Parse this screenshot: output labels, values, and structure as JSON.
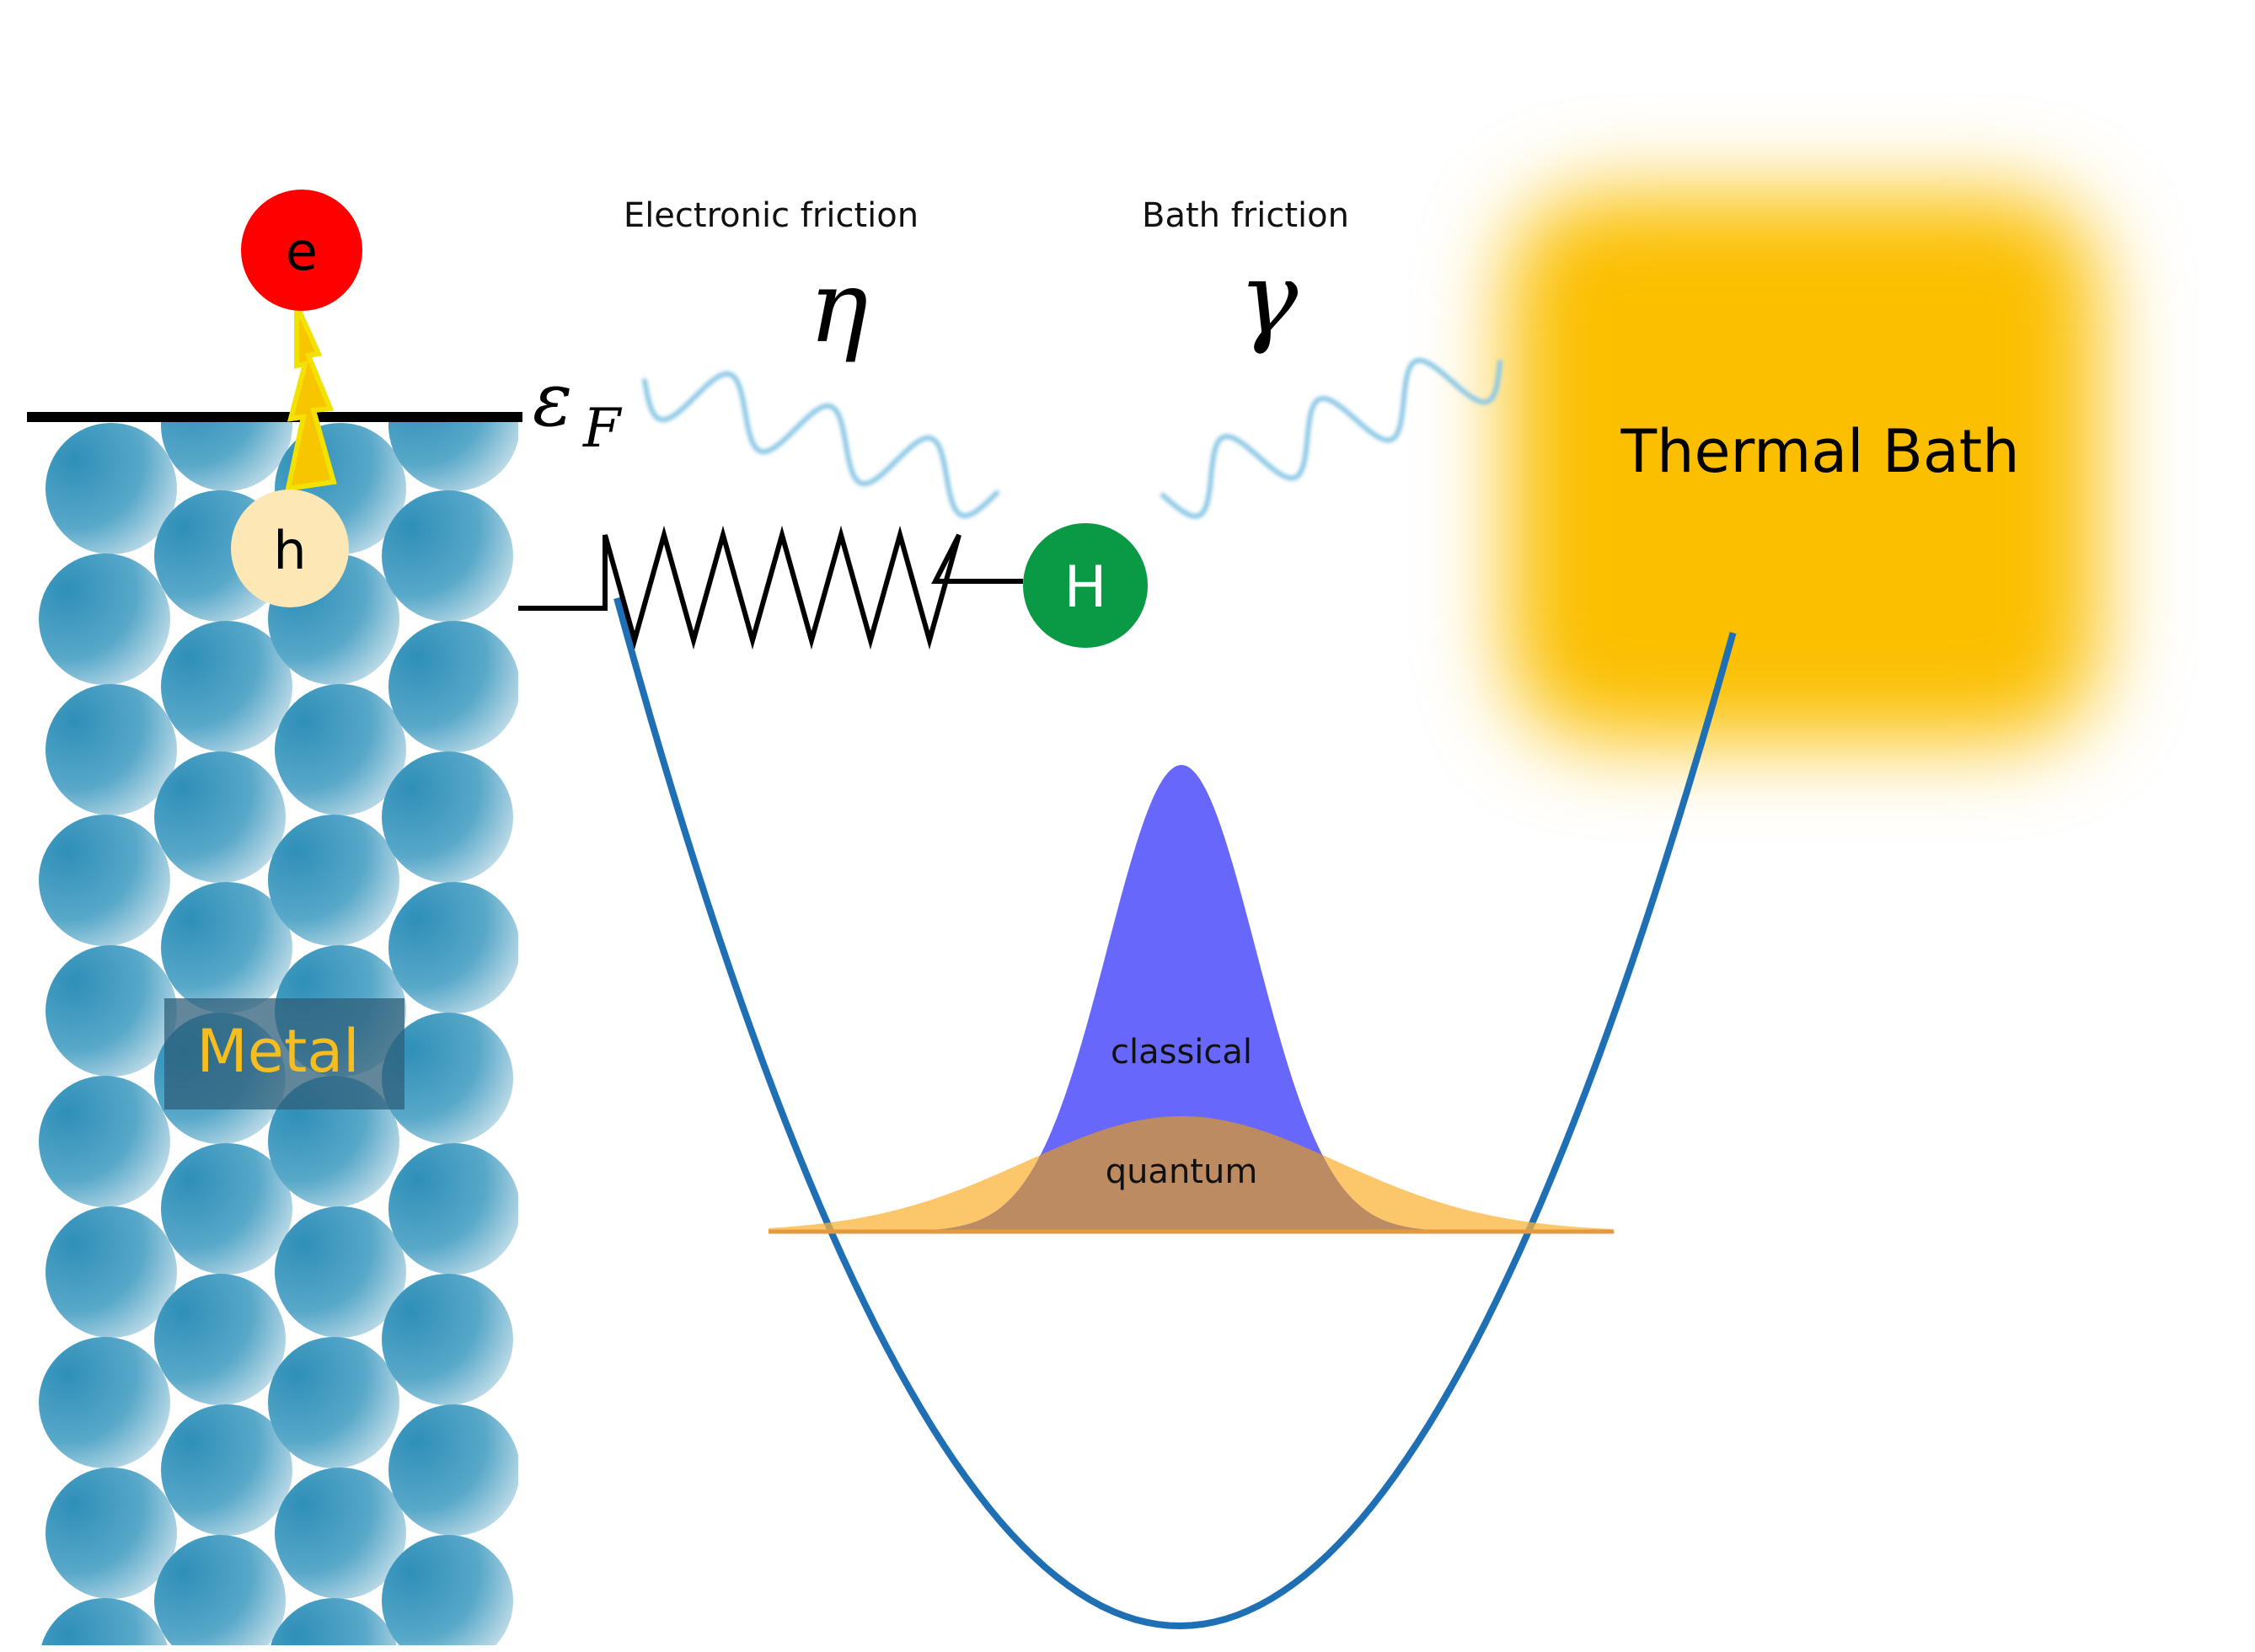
{
  "labels": {
    "electron": "e",
    "hole": "h",
    "hydrogen": "H",
    "metal": "Metal",
    "fermi_symbol": "ε",
    "fermi_subscript": "F",
    "electronic_friction": "Electronic friction",
    "eta": "η",
    "bath_friction": "Bath friction",
    "gamma": "γ",
    "thermal_bath": "Thermal Bath",
    "classical": "classical",
    "quantum": "quantum"
  },
  "colors": {
    "atom": "#3a9bc0",
    "electron": "#ff0000",
    "hole": "#fde7b4",
    "hydrogen": "#0a9a45",
    "metal_text": "#f5bd1f",
    "metal_box": "#2e5f7a",
    "bolt": "#f7c600",
    "wave": "#8ec9e6",
    "potential": "#1f6fb5",
    "classical": "#6666ff",
    "quantum": "#fbb33a",
    "bath": "#fbbf00"
  },
  "icons": {
    "lightning": "lightning-bolt-icon",
    "spring": "spring-icon"
  }
}
